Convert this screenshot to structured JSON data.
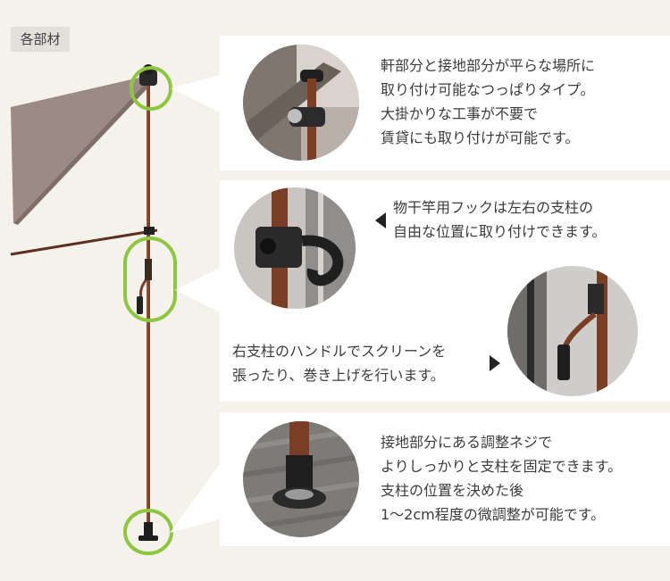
{
  "tag": "各部材",
  "sections": [
    {
      "text": "軒部分と接地部分が平らな場所に\n取り付け可能なつっぱりタイプ。\n大掛かりな工事が不要で\n賃貸にも取り付けが可能です。"
    },
    {
      "text": "物干竿用フックは左右の支柱の\n自由な位置に取り付けできます。"
    },
    {
      "text": "右支柱のハンドルでスクリーンを\n張ったり、巻き上げを行います。"
    },
    {
      "text": "接地部分にある調整ネジで\nよりしっかりと支柱を固定できます。\n支柱の位置を決めた後\n1〜2cm程度の微調整が可能です。"
    }
  ],
  "colors": {
    "highlight": "#8dc63f",
    "pole": "#7a3d26",
    "screen": "#9a8a83",
    "background": "#f5f2ec"
  }
}
